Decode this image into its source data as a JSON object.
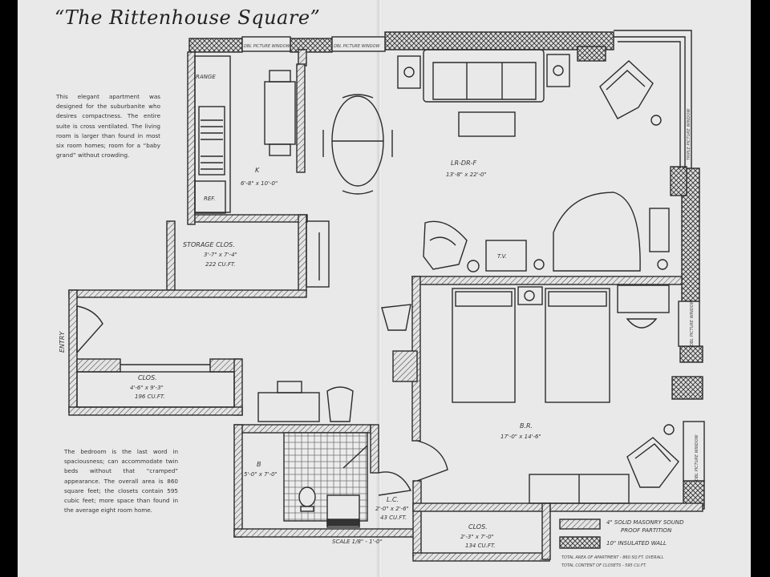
{
  "title": "“The Rittenhouse Square”",
  "description_top": "This elegant apartment was designed for the suburbanite who desires compactness. The entire suite is cross ventilated. The living room is larger than found in most six room homes; room for a “baby grand” without crowding.",
  "description_bottom": "The bedroom is the last word in spaciousness; can accommodate twin beds without that “cramped” appearance. The overall area is 860 square feet; the closets contain 595 cubic feet; more space than found in the average eight room home.",
  "rooms": {
    "kitchen": {
      "name": "K",
      "dims": "6'-8\" x 10'-0\""
    },
    "range": "RANGE",
    "ref": "REF.",
    "living": {
      "name": "LR-DR-F",
      "dims": "13'-8\" x 22'-0\""
    },
    "tv": "T.V.",
    "storage": {
      "name": "STORAGE  CLOS.",
      "dims": "3'-7\" x 7'-4\"",
      "volume": "222 CU.FT."
    },
    "entry": "ENTRY",
    "closet_entry": {
      "name": "CLOS.",
      "dims": "4'-6\" x 9'-3\"",
      "volume": "196 CU.FT."
    },
    "bath": {
      "name": "B",
      "dims": "5'-0\" x 7'-0\""
    },
    "linen": {
      "name": "L.C.",
      "dims": "2'-0\" x 2'-6\"",
      "volume": "43 CU.FT."
    },
    "closet_bed": {
      "name": "CLOS.",
      "dims": "2'-3\" x 7'-0\"",
      "volume": "134 CU.FT."
    },
    "bedroom": {
      "name": "B.R.",
      "dims": "17'-0\" x 14'-6\""
    }
  },
  "window_labels": {
    "top_left": "DBL PICTURE WINDOW",
    "top_mid": "DBL PICTURE WINDOW",
    "right_triple": "TRIPLE PICTURE WINDOW",
    "right_dbl_1": "DBL PICTURE WINDOW",
    "right_dbl_2": "DBL PICTURE WINDOW"
  },
  "scale": "SCALE  1/8\" - 1'-0\"",
  "legend": {
    "masonry_line1": "4\" SOLID MASONRY SOUND",
    "masonry_line2": "PROOF PARTITION",
    "insulated": "10\" INSULATED WALL",
    "total_area": "TOTAL AREA OF APARTMENT - 860 SQ.FT. OVERALL",
    "total_closets": "TOTAL CONTENT OF CLOSETS - 595 CU.FT."
  },
  "colors": {
    "paper": "#e9e9e9",
    "ink": "#2b2b2b",
    "background": "#000000"
  }
}
